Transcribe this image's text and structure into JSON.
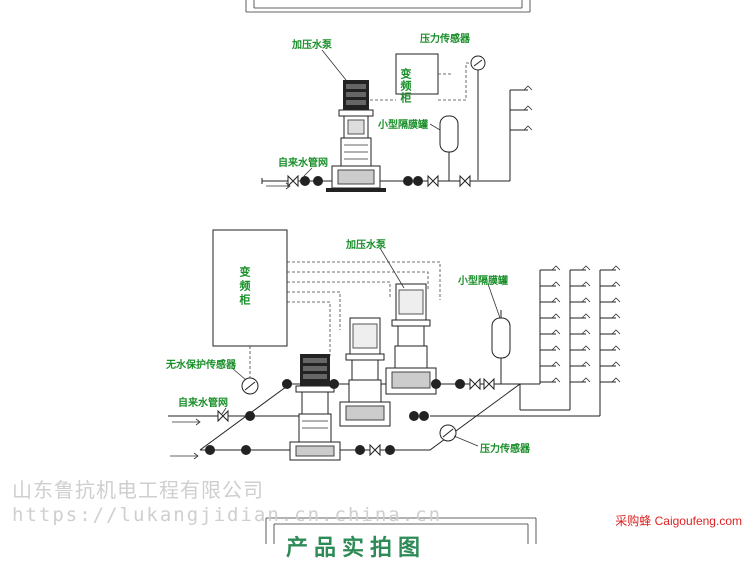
{
  "diagram": {
    "top_labels": {
      "pump": "加压水泵",
      "pressure_sensor": "压力传感器",
      "vfd": "变频柜",
      "small_tank": "小型隔膜罐",
      "tap_water": "自来水管网"
    },
    "bottom_labels": {
      "vfd": "变频柜",
      "pump": "加压水泵",
      "small_tank": "小型隔膜罐",
      "no_water_sensor": "无水保护传感器",
      "tap_water": "自来水管网",
      "pressure_sensor": "压力传感器"
    }
  },
  "watermark": {
    "company": "山东鲁抗机电工程有限公司",
    "url": "https://lukangjidian.cn.china.cn",
    "brand": "采购蜂 Caigoufeng.com"
  },
  "bottom_title": "产品实拍图"
}
